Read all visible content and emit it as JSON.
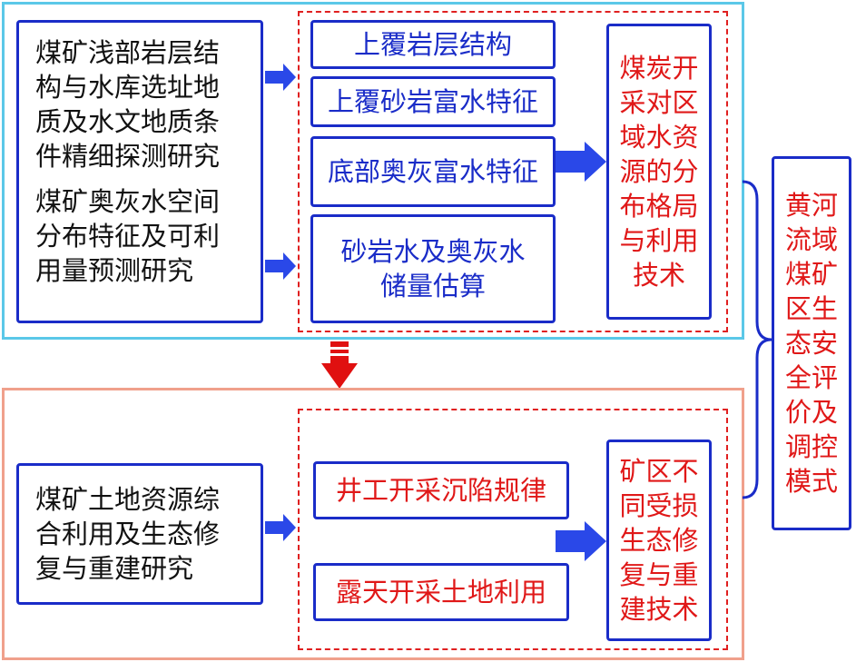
{
  "colors": {
    "box_border": "#1a2cc8",
    "blue_text": "#1a2cc8",
    "red_text": "#e01818",
    "top_panel_border": "#5bc8e8",
    "bottom_panel_border": "#f0a08c",
    "arrow_blue": "#2a48e8",
    "arrow_red": "#e01010"
  },
  "top": {
    "left_box": {
      "item1": "煤矿浅部岩层结\n构与水库选址地\n质及水文地质条\n件精细探测研究",
      "item2": "煤矿奥灰水空间\n分布特征及可利\n用量预测研究"
    },
    "middle": {
      "item1": "上覆岩层结构",
      "item2": "上覆砂岩富水特征",
      "item3": "底部奥灰富水特征",
      "item4": "砂岩水及奥灰水\n储量估算"
    },
    "result": "煤炭开\n采对区\n域水资\n源的分\n布格局\n与利用\n技术"
  },
  "bottom": {
    "left_box": "煤矿土地资源综\n合利用及生态修\n复与重建研究",
    "middle": {
      "item1": "井工开采沉陷规律",
      "item2": "露天开采土地利用"
    },
    "result": "矿区不\n同受损\n生态修\n复与重\n建技术"
  },
  "summary": "黄河\n流域\n煤矿\n区生\n态安\n全评\n价及\n调控\n模式"
}
